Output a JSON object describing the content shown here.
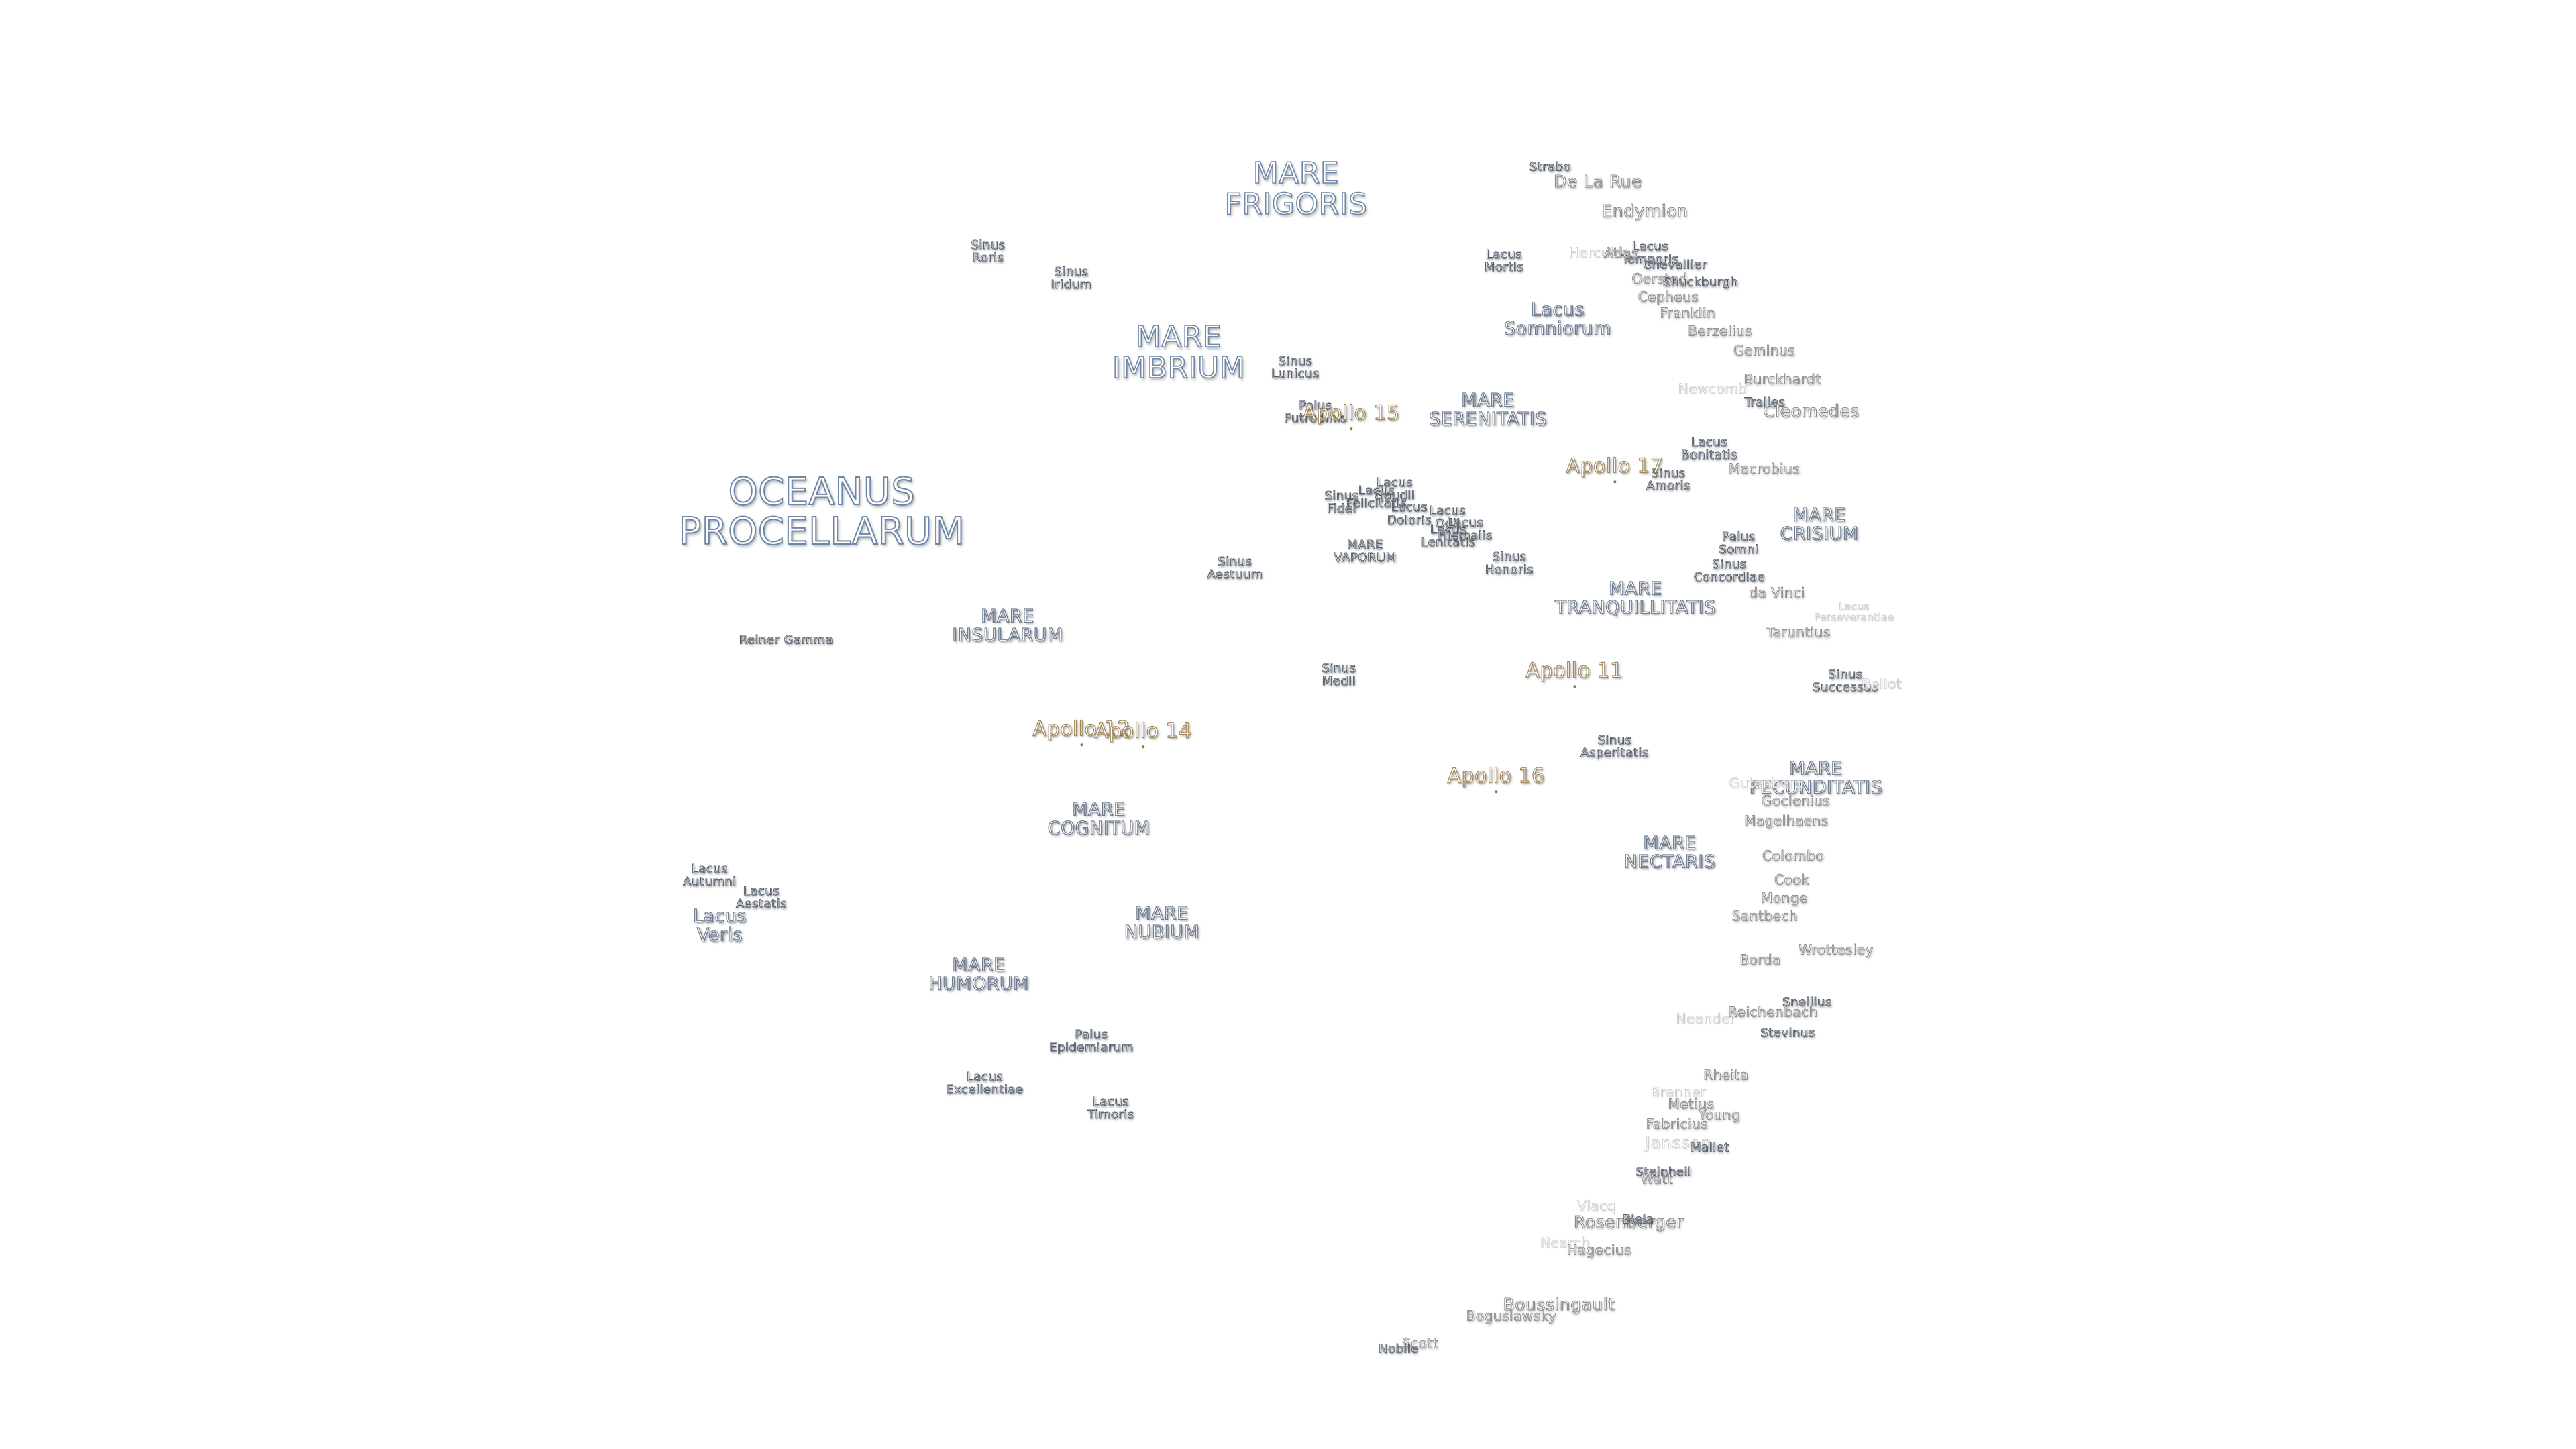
{
  "map": {
    "labels": [
      {
        "id": "oceanus-procellarum",
        "text": "OCEANUS\nPROCELLARUM",
        "kind": "huge"
      },
      {
        "id": "mare-frigoris",
        "text": "MARE\nFRIGORIS",
        "kind": "big"
      },
      {
        "id": "mare-imbrium",
        "text": "MARE\nIMBRIUM",
        "kind": "big"
      },
      {
        "id": "mare-serenitatis",
        "text": "MARE\nSERENITATIS",
        "kind": "mid"
      },
      {
        "id": "mare-tranquillitatis",
        "text": "MARE\nTRANQUILLITATIS",
        "kind": "mid"
      },
      {
        "id": "mare-crisium",
        "text": "MARE\nCRISIUM",
        "kind": "mid"
      },
      {
        "id": "mare-fecunditatis",
        "text": "MARE\nFECUNDITATIS",
        "kind": "mid"
      },
      {
        "id": "mare-insularum",
        "text": "MARE\nINSULARUM",
        "kind": "mid"
      },
      {
        "id": "mare-cognitum",
        "text": "MARE\nCOGNITUM",
        "kind": "mid"
      },
      {
        "id": "mare-nubium",
        "text": "MARE\nNUBIUM",
        "kind": "mid"
      },
      {
        "id": "mare-humorum",
        "text": "MARE\nHUMORUM",
        "kind": "mid"
      },
      {
        "id": "mare-nectaris",
        "text": "MARE\nNECTARIS",
        "kind": "mid"
      },
      {
        "id": "mare-vaporum",
        "text": "MARE\nVAPORUM",
        "kind": "small"
      },
      {
        "id": "lacus-somniorum",
        "text": "Lacus\nSomniorum",
        "kind": "mid"
      },
      {
        "id": "lacus-veris",
        "text": "Lacus\nVeris",
        "kind": "mid"
      },
      {
        "id": "sinus-aestuum",
        "text": "Sinus\nAestuum",
        "kind": "small"
      },
      {
        "id": "sinus-medii",
        "text": "Sinus\nMedii",
        "kind": "small"
      },
      {
        "id": "palus-epidemiarum",
        "text": "Palus\nEpidemiarum",
        "kind": "small"
      },
      {
        "id": "sinus-roris",
        "text": "Sinus\nRoris",
        "kind": "small"
      },
      {
        "id": "sinus-iridum",
        "text": "Sinus\nIridum",
        "kind": "small"
      },
      {
        "id": "sinus-lunicus",
        "text": "Sinus\nLunicus",
        "kind": "small"
      },
      {
        "id": "palus-putredinis",
        "text": "Palus\nPutredinis",
        "kind": "small"
      },
      {
        "id": "lacus-mortis",
        "text": "Lacus\nMortis",
        "kind": "small"
      },
      {
        "id": "lacus-temporis",
        "text": "Lacus\nTemporis",
        "kind": "small"
      },
      {
        "id": "lacus-bonitatis",
        "text": "Lacus\nBonitatis",
        "kind": "small"
      },
      {
        "id": "sinus-amoris",
        "text": "Sinus\nAmoris",
        "kind": "small"
      },
      {
        "id": "lacus-gaudii",
        "text": "Lacus\nGaudii",
        "kind": "small"
      },
      {
        "id": "lacus-felicitatis",
        "text": "Lacus\nFelicitatis",
        "kind": "small"
      },
      {
        "id": "sinus-fidei",
        "text": "Sinus\nFidei",
        "kind": "small"
      },
      {
        "id": "lacus-doloris",
        "text": "Lacus\nDoloris",
        "kind": "small"
      },
      {
        "id": "lacus-odii",
        "text": "Lacus\nOdii",
        "kind": "small"
      },
      {
        "id": "lacus-lenitatis",
        "text": "Lacus\nLenitatis",
        "kind": "small"
      },
      {
        "id": "lacus-hiemalis",
        "text": "Lacus\nHiemalis",
        "kind": "small"
      },
      {
        "id": "sinus-honoris",
        "text": "Sinus\nHonoris",
        "kind": "small"
      },
      {
        "id": "palus-somni",
        "text": "Palus\nSomni",
        "kind": "small"
      },
      {
        "id": "sinus-concordiae",
        "text": "Sinus\nConcordiae",
        "kind": "small"
      },
      {
        "id": "sinus-successus",
        "text": "Sinus\nSuccessus",
        "kind": "small"
      },
      {
        "id": "sinus-asperitatis",
        "text": "Sinus\nAsperitatis",
        "kind": "small"
      },
      {
        "id": "lacus-autumni",
        "text": "Lacus\nAutumni",
        "kind": "small"
      },
      {
        "id": "lacus-aestatis",
        "text": "Lacus\nAestatis",
        "kind": "small"
      },
      {
        "id": "lacus-excellentiae",
        "text": "Lacus\nExcellentiae",
        "kind": "small"
      },
      {
        "id": "lacus-timoris",
        "text": "Lacus\nTimoris",
        "kind": "small"
      },
      {
        "id": "reiner-gamma",
        "text": "Reiner Gamma",
        "kind": "small"
      },
      {
        "id": "lacus-perseverantiae",
        "text": "Lacus\nPerseverantiae",
        "kind": "faint"
      },
      {
        "id": "apollo-11",
        "text": "Apollo 11",
        "kind": "apollo"
      },
      {
        "id": "apollo-12",
        "text": "Apollo 12",
        "kind": "apollo"
      },
      {
        "id": "apollo-14",
        "text": "Apollo 14",
        "kind": "apollo"
      },
      {
        "id": "apollo-15",
        "text": "Apollo 15",
        "kind": "apollo"
      },
      {
        "id": "apollo-16",
        "text": "Apollo 16",
        "kind": "apollo"
      },
      {
        "id": "apollo-17",
        "text": "Apollo 17",
        "kind": "apollo"
      },
      {
        "id": "strabo",
        "text": "Strabo",
        "kind": "small"
      },
      {
        "id": "de-la-rue",
        "text": "De La Rue",
        "kind": "crater-lg"
      },
      {
        "id": "endymion",
        "text": "Endymion",
        "kind": "crater-lg"
      },
      {
        "id": "hercules",
        "text": "Hercules",
        "kind": "faint"
      },
      {
        "id": "atlas",
        "text": "Atlas",
        "kind": "crater"
      },
      {
        "id": "chevallier",
        "text": "Chevallier",
        "kind": "small"
      },
      {
        "id": "oersted",
        "text": "Oersted",
        "kind": "crater"
      },
      {
        "id": "shuckburgh",
        "text": "Shuckburgh",
        "kind": "small"
      },
      {
        "id": "cepheus",
        "text": "Cepheus",
        "kind": "crater"
      },
      {
        "id": "franklin",
        "text": "Franklin",
        "kind": "crater"
      },
      {
        "id": "berzelius",
        "text": "Berzelius",
        "kind": "crater"
      },
      {
        "id": "geminus",
        "text": "Geminus",
        "kind": "crater"
      },
      {
        "id": "burckhardt",
        "text": "Burckhardt",
        "kind": "crater"
      },
      {
        "id": "newcomb",
        "text": "Newcomb",
        "kind": "faint"
      },
      {
        "id": "tralles",
        "text": "Tralles",
        "kind": "small"
      },
      {
        "id": "cleomedes",
        "text": "Cleomedes",
        "kind": "crater-lg"
      },
      {
        "id": "macrobius",
        "text": "Macrobius",
        "kind": "crater"
      },
      {
        "id": "da-vinci",
        "text": "da Vinci",
        "kind": "crater"
      },
      {
        "id": "taruntius",
        "text": "Taruntius",
        "kind": "crater"
      },
      {
        "id": "bellot",
        "text": "Bellot",
        "kind": "faint"
      },
      {
        "id": "gutenberg",
        "text": "Gutenberg",
        "kind": "faint"
      },
      {
        "id": "goclenius",
        "text": "Goclenius",
        "kind": "crater"
      },
      {
        "id": "magelhaens",
        "text": "Magelhaens",
        "kind": "crater"
      },
      {
        "id": "colombo",
        "text": "Colombo",
        "kind": "crater"
      },
      {
        "id": "cook",
        "text": "Cook",
        "kind": "crater"
      },
      {
        "id": "monge",
        "text": "Monge",
        "kind": "crater"
      },
      {
        "id": "santbech",
        "text": "Santbech",
        "kind": "crater"
      },
      {
        "id": "borda",
        "text": "Borda",
        "kind": "crater"
      },
      {
        "id": "wrottesley",
        "text": "Wrottesley",
        "kind": "crater"
      },
      {
        "id": "snellius",
        "text": "Snellius",
        "kind": "small"
      },
      {
        "id": "neander",
        "text": "Neander",
        "kind": "faint"
      },
      {
        "id": "reichenbach",
        "text": "Reichenbach",
        "kind": "crater"
      },
      {
        "id": "stevinus",
        "text": "Stevinus",
        "kind": "small"
      },
      {
        "id": "rheita",
        "text": "Rheita",
        "kind": "crater"
      },
      {
        "id": "brenner",
        "text": "Brenner",
        "kind": "faint"
      },
      {
        "id": "metius",
        "text": "Metius",
        "kind": "crater"
      },
      {
        "id": "young",
        "text": "Young",
        "kind": "crater"
      },
      {
        "id": "fabricius",
        "text": "Fabricius",
        "kind": "crater"
      },
      {
        "id": "janssen",
        "text": "Janssen",
        "kind": "faint"
      },
      {
        "id": "mallet",
        "text": "Mallet",
        "kind": "small"
      },
      {
        "id": "steinheil",
        "text": "Steinheil",
        "kind": "small"
      },
      {
        "id": "watt",
        "text": "Watt",
        "kind": "crater"
      },
      {
        "id": "vlacq",
        "text": "Vlacq",
        "kind": "faint"
      },
      {
        "id": "rosenberger",
        "text": "Rosenberger",
        "kind": "crater-lg"
      },
      {
        "id": "biela",
        "text": "Biela",
        "kind": "small"
      },
      {
        "id": "nearch",
        "text": "Nearch",
        "kind": "faint"
      },
      {
        "id": "hagecius",
        "text": "Hagecius",
        "kind": "crater"
      },
      {
        "id": "boussingault",
        "text": "Boussingault",
        "kind": "crater-lg"
      },
      {
        "id": "boguslawsky",
        "text": "Boguslawsky",
        "kind": "crater"
      },
      {
        "id": "scott",
        "text": "Scott",
        "kind": "crater"
      },
      {
        "id": "nobile",
        "text": "Nobile",
        "kind": "small"
      }
    ]
  }
}
